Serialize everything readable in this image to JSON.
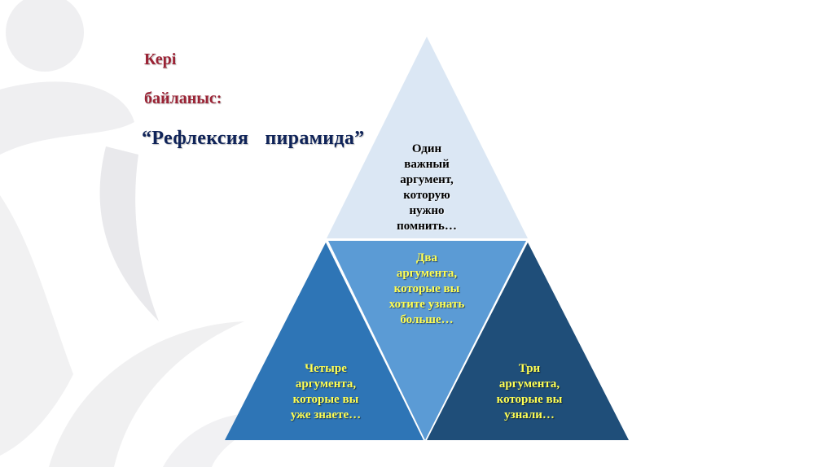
{
  "slide": {
    "title_line1": "Кері",
    "title_line2": "байланыс:",
    "subtitle": "“Рефлексия   пирамида”"
  },
  "pyramid": {
    "levels": [
      {
        "position": "top",
        "text": "Один\nважный\nаргумент,\nкоторую\nнужно\nпомнить…",
        "color": "#dbe7f4",
        "text_color": "#000000"
      },
      {
        "position": "middle",
        "text": "Два\nаргумента,\nкоторые вы\nхотите узнать\nбольше…",
        "color": "#5b9bd5",
        "text_color": "#ffff55"
      },
      {
        "position": "bottom-left",
        "text": "Четыре\nаргумента,\nкоторые вы\nуже знаете…",
        "color": "#2e75b6",
        "text_color": "#ffff55"
      },
      {
        "position": "bottom-right",
        "text": "Три\nаргумента,\nкоторые вы\nузнали…",
        "color": "#1f4e79",
        "text_color": "#ffff55"
      }
    ]
  },
  "colors": {
    "title_red": "#9b2335",
    "title_navy": "#0f2358",
    "background": "#ffffff",
    "decor_gray": "#e6e6e8"
  }
}
